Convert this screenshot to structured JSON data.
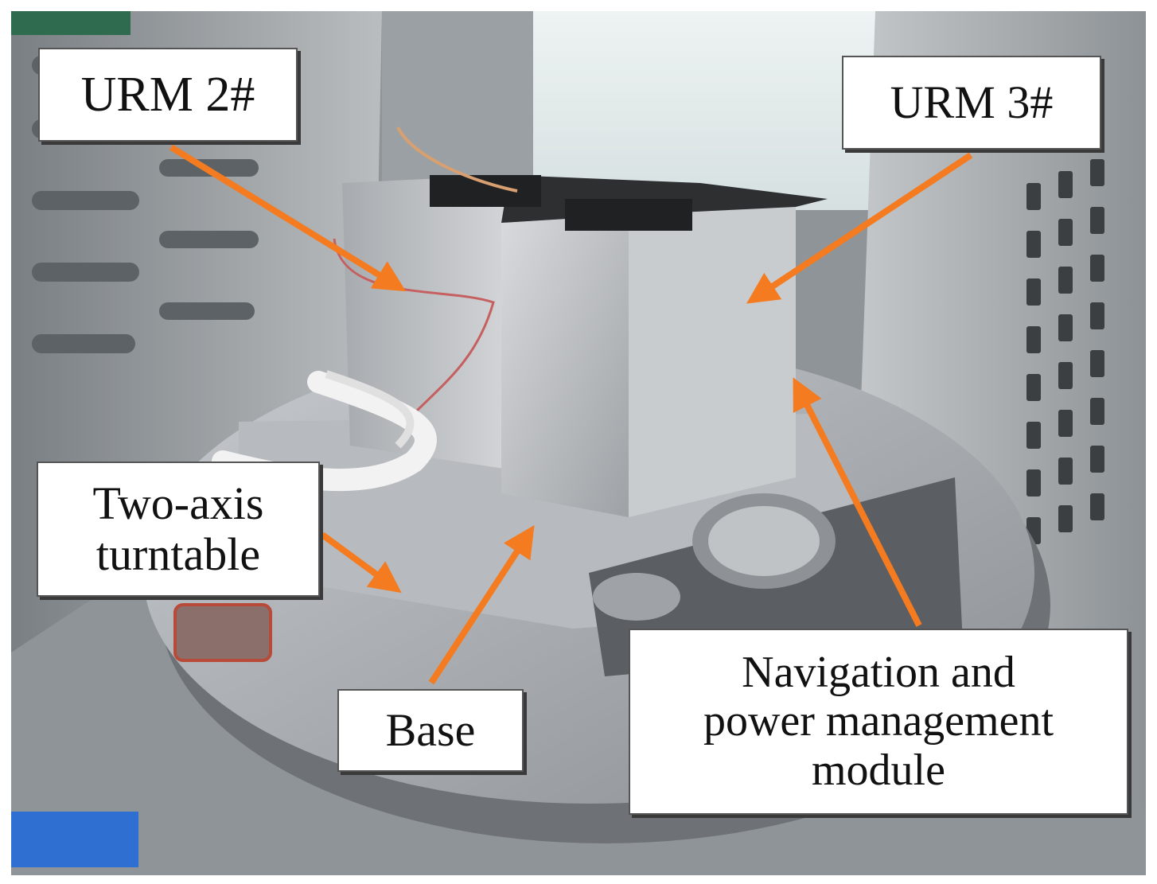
{
  "labels": {
    "urm2": "URM 2#",
    "urm3": "URM 3#",
    "turntable_line1": "Two-axis",
    "turntable_line2": "turntable",
    "base": "Base",
    "navpower_line1": "Navigation and",
    "navpower_line2": "power management",
    "navpower_line3": "module"
  },
  "colors": {
    "arrow": "#f47b20",
    "label_border": "#555555"
  }
}
